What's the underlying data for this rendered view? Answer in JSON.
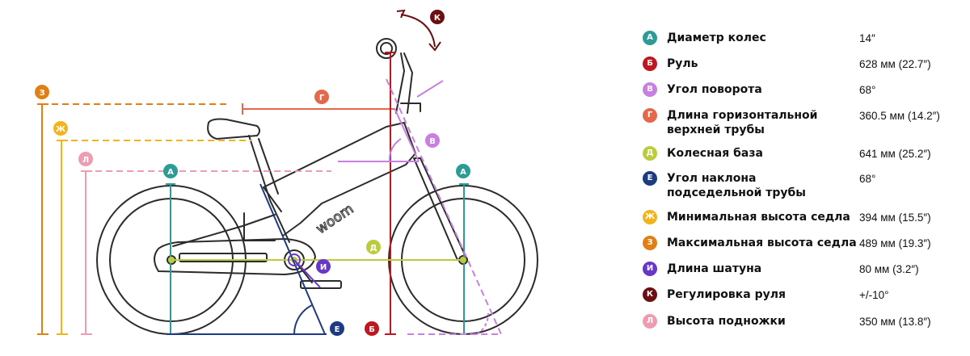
{
  "brand": {
    "logo_text": "woom"
  },
  "colors": {
    "bike": "#2b2b2b",
    "A": "#2e9c96",
    "B": "#c0161f",
    "V": "#c97fe0",
    "G": "#e3684c",
    "D": "#bccb3c",
    "E": "#1d3b80",
    "ZH": "#f3b31a",
    "Z": "#e07f14",
    "I": "#6836c9",
    "K": "#6d0f12",
    "L": "#ee9cb2"
  },
  "legend": [
    {
      "key": "A",
      "letter": "А",
      "label": "Диаметр колес",
      "value": "14″",
      "color": "#2e9c96"
    },
    {
      "key": "B",
      "letter": "Б",
      "label": "Руль",
      "value": "628 мм (22.7″)",
      "color": "#c0161f"
    },
    {
      "key": "V",
      "letter": "В",
      "label": "Угол поворота",
      "value": "68°",
      "color": "#c97fe0"
    },
    {
      "key": "G",
      "letter": "Г",
      "label": "Длина горизонтальной верхней трубы",
      "label_line1": "Длина горизонтальной",
      "label_line2": "верхней трубы",
      "value": "360.5 мм (14.2″)",
      "color": "#e3684c"
    },
    {
      "key": "D",
      "letter": "Д",
      "label": "Колесная база",
      "value": "641 мм (25.2″)",
      "color": "#bccb3c"
    },
    {
      "key": "E",
      "letter": "Е",
      "label": "Угол наклона подседельной трубы",
      "label_line1": "Угол наклона",
      "label_line2": "подседельной трубы",
      "value": "68°",
      "color": "#1d3b80"
    },
    {
      "key": "ZH",
      "letter": "Ж",
      "label": "Минимальная высота седла",
      "value": "394 мм (15.5″)",
      "color": "#f3b31a"
    },
    {
      "key": "Z",
      "letter": "З",
      "label": "Максимальная высота седла",
      "value": "489 мм (19.3″)",
      "color": "#e07f14"
    },
    {
      "key": "I",
      "letter": "И",
      "label": "Длина шатуна",
      "value": "80 мм (3.2″)",
      "color": "#6836c9"
    },
    {
      "key": "K",
      "letter": "К",
      "label": "Регулировка руля",
      "value": "+/-10°",
      "color": "#6d0f12"
    },
    {
      "key": "L",
      "letter": "Л",
      "label": "Высота подножки",
      "value": "350 мм (13.8″)",
      "color": "#ee9cb2"
    }
  ],
  "diagram_badges": {
    "A_rear": "А",
    "A_front": "А",
    "B": "Б",
    "V": "В",
    "G": "Г",
    "D": "Д",
    "E": "Е",
    "ZH": "Ж",
    "Z": "З",
    "I": "И",
    "K": "К",
    "L": "Л"
  }
}
